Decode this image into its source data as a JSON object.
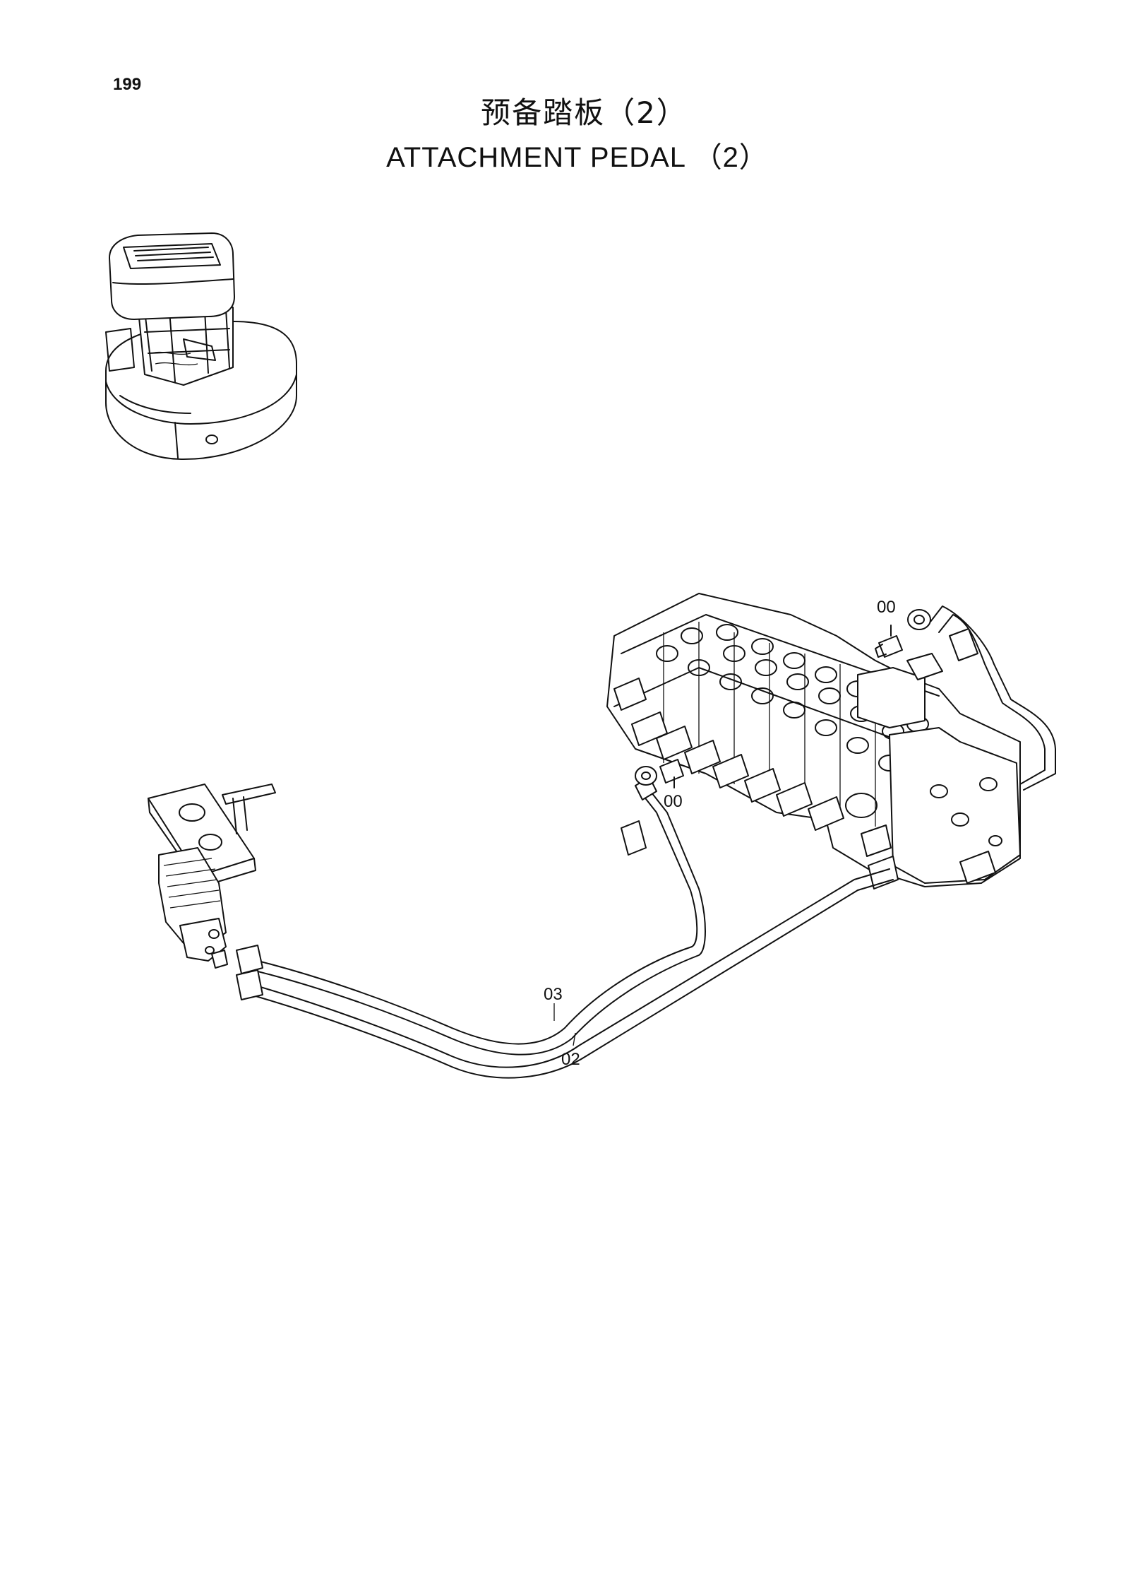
{
  "page": {
    "number": "199"
  },
  "title": {
    "chinese": "预备踏板（2）",
    "english": "ATTACHMENT  PEDAL （2）"
  },
  "callouts": {
    "fitting_top": "00",
    "fitting_left": "00",
    "hose_03": "03",
    "hose_02": "02"
  },
  "icons": [
    "excavator-cab-locator-icon",
    "attachment-pedal-icon",
    "control-valve-icon"
  ]
}
